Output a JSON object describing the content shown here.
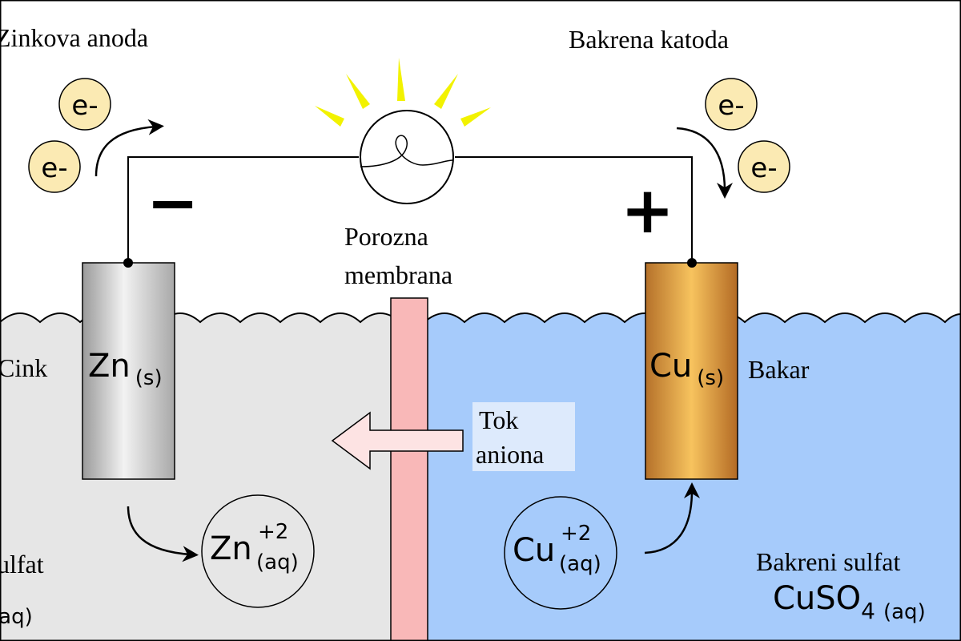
{
  "labels": {
    "zinc_anode": "Zinkova anoda",
    "copper_cathode": "Bakrena katoda",
    "porous_membrane_line1": "Porozna",
    "porous_membrane_line2": "membrana",
    "zinc_name": "Cink",
    "copper_name": "Bakar",
    "anion_flow_line1": "Tok",
    "anion_flow_line2": "aniona",
    "zinc_sulfate_partial": "ulfat",
    "zinc_sulfate_formula_partial": "(aq)",
    "copper_sulfate": "Bakreni sulfat"
  },
  "symbols": {
    "electron": "e-",
    "minus": "−",
    "plus": "+",
    "zn_electrode": "Zn",
    "cu_electrode": "Cu",
    "solid_state": "(s)",
    "zn_ion": "Zn",
    "cu_ion": "Cu",
    "ion_charge": "+2",
    "aqueous_state": "(aq)",
    "cuso4_base": "CuSO",
    "cuso4_sub": "4",
    "cuso4_state": "(aq)"
  },
  "colors": {
    "left_solution": "#e6e6e6",
    "right_solution": "#a6cbfb",
    "membrane": "#f9b8b8",
    "electron_fill": "#fbeab3",
    "bulb_rays": "#f2f200",
    "anion_arrow_fill": "#fde3e3",
    "anion_label_bg": "#ddeafc"
  }
}
